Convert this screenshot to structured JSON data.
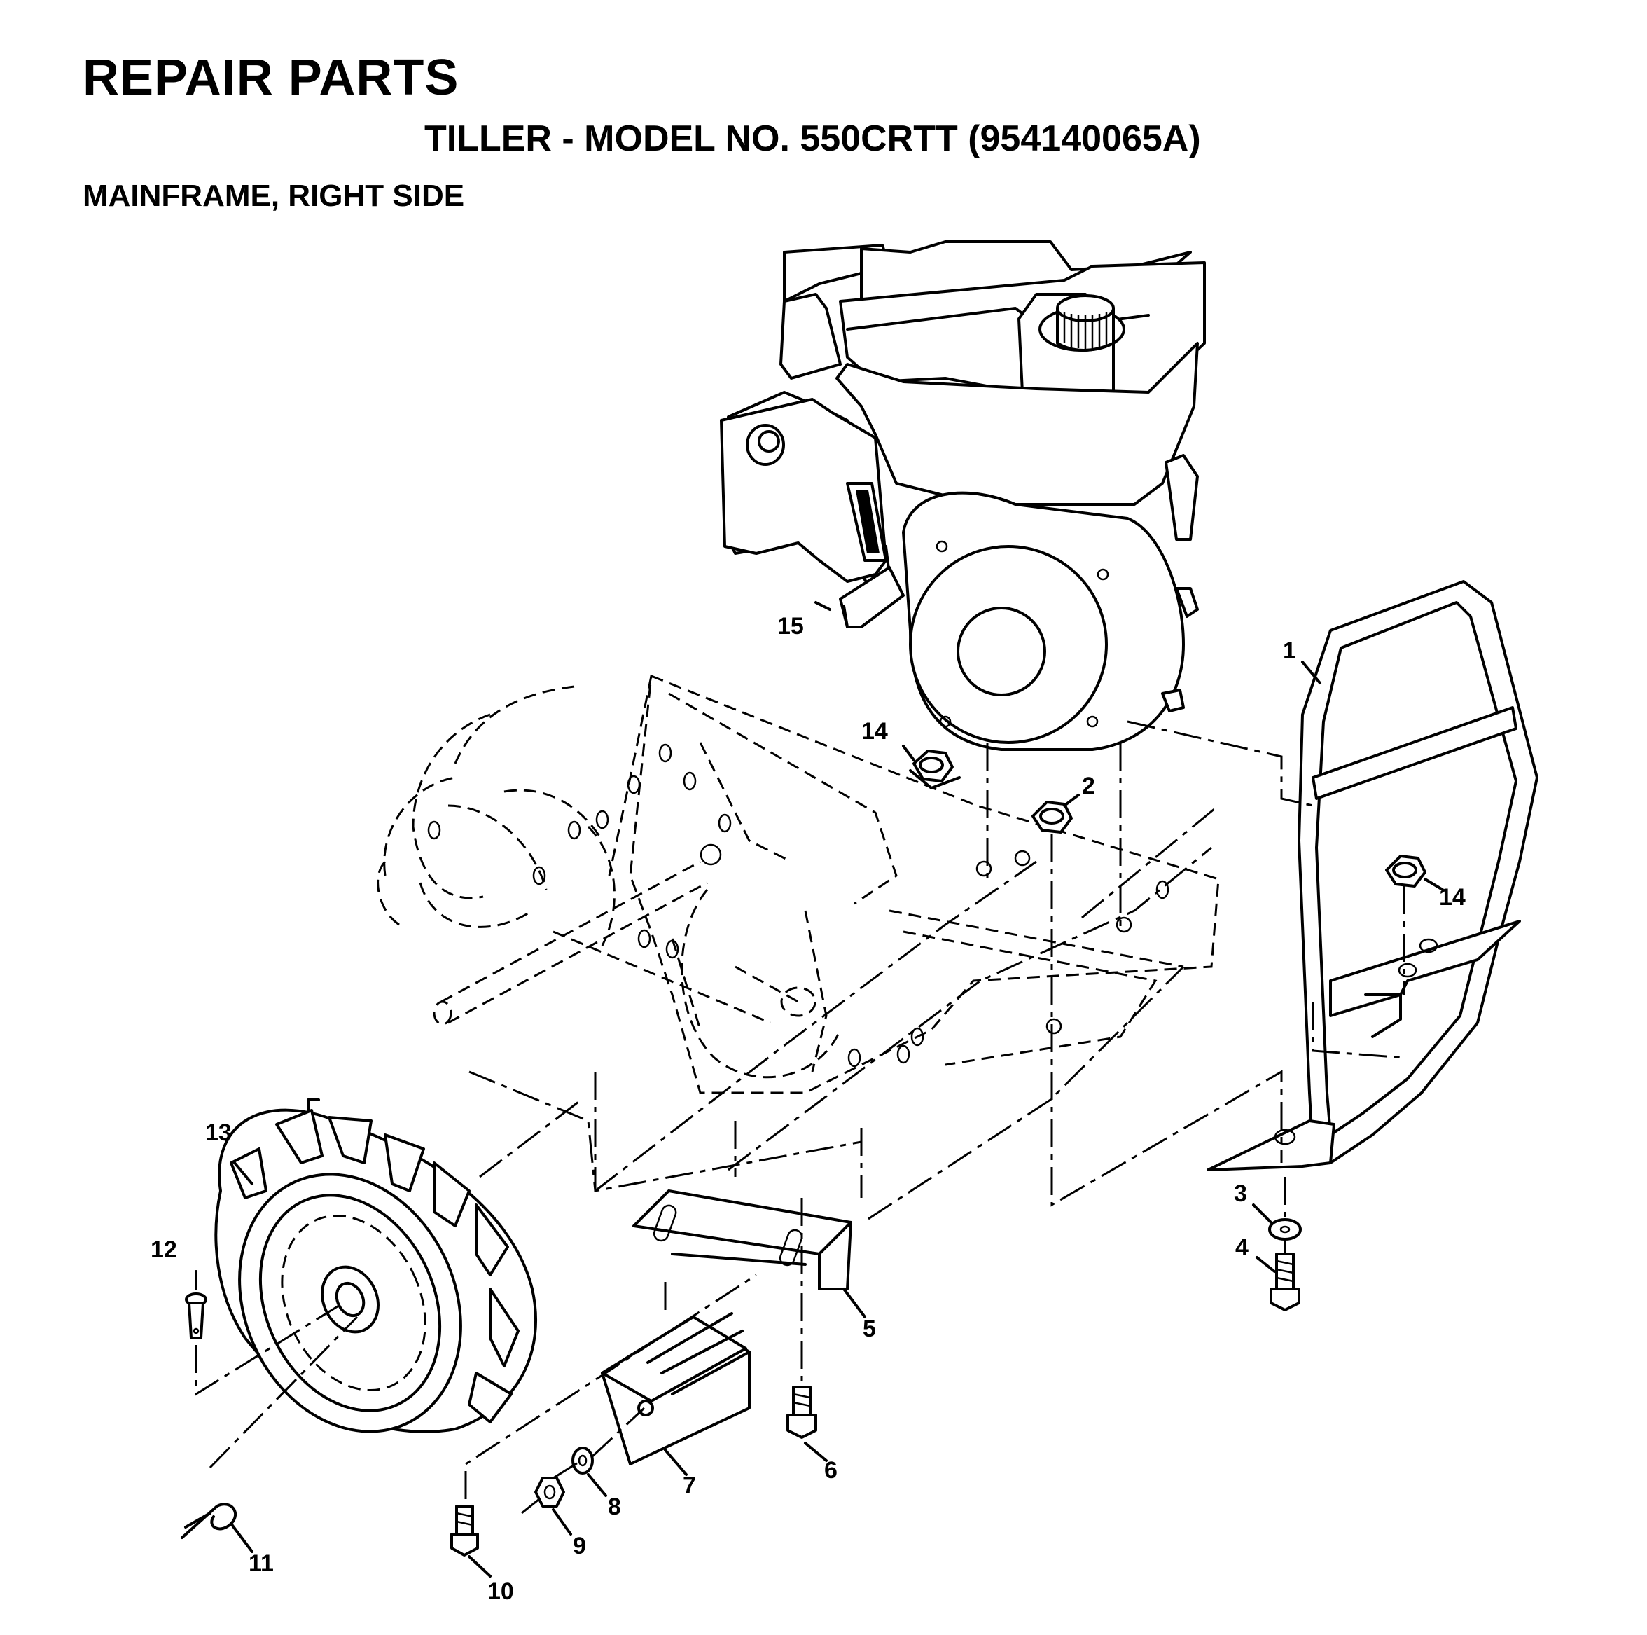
{
  "header": {
    "title": "REPAIR PARTS",
    "subtitle": "TILLER - MODEL NO. 550CRTT (954140065A)",
    "section": "MAINFRAME, RIGHT SIDE"
  },
  "callouts": [
    "1",
    "2",
    "3",
    "4",
    "5",
    "6",
    "7",
    "8",
    "9",
    "10",
    "11",
    "12",
    "13",
    "14",
    "14",
    "15"
  ]
}
